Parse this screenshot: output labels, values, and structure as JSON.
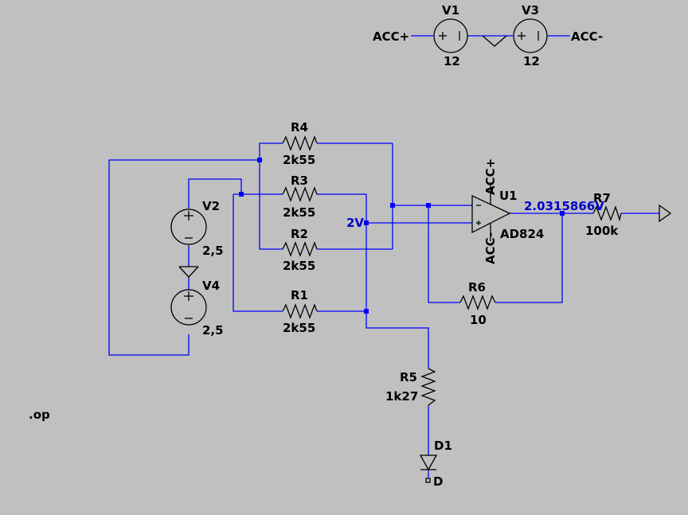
{
  "directive": ".op",
  "components": {
    "V1": {
      "name": "V1",
      "value": "12"
    },
    "V3": {
      "name": "V3",
      "value": "12"
    },
    "V2": {
      "name": "V2",
      "value": "2,5"
    },
    "V4": {
      "name": "V4",
      "value": "2,5"
    },
    "R1": {
      "name": "R1",
      "value": "2k55"
    },
    "R2": {
      "name": "R2",
      "value": "2k55"
    },
    "R3": {
      "name": "R3",
      "value": "2k55"
    },
    "R4": {
      "name": "R4",
      "value": "2k55"
    },
    "R5": {
      "name": "R5",
      "value": "1k27"
    },
    "R6": {
      "name": "R6",
      "value": "10"
    },
    "R7": {
      "name": "R7",
      "value": "100k"
    },
    "U1": {
      "name": "U1",
      "value": "AD824"
    },
    "D1": {
      "name": "D1"
    }
  },
  "nets": {
    "acc_plus": "ACC+",
    "acc_minus": "ACC-",
    "d": "D",
    "node_2v": "2V",
    "out_voltage": "2.0315866V"
  }
}
